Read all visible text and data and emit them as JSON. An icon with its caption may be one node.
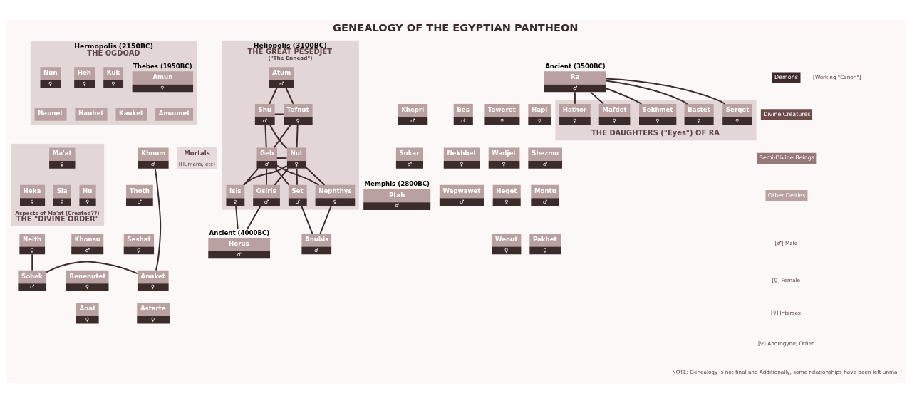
{
  "diagram": {
    "title": "GENEALOGY OF THE EGYPTIAN PANTHEON",
    "nodes": [
      {
        "text": [
          "THE OGDOAD"
        ],
        "beside": [
          "Hermopolis (2150BC)"
        ]
      },
      {
        "text": [
          "Nun",
          "⚲"
        ],
        "in": 0
      },
      {
        "text": [
          "Kuk",
          "⚲"
        ],
        "in": 0
      },
      {
        "text": [
          "Heh",
          "⚲"
        ],
        "in": 0
      },
      {
        "text": [
          "Amun",
          "⚲"
        ],
        "in": 0,
        "beside": [
          "Thebes (1950BC)"
        ]
      },
      {
        "text": [
          "Naunet"
        ],
        "in": 0
      },
      {
        "text": [
          "Kauket"
        ],
        "in": 0
      },
      {
        "text": [
          "Hauhet"
        ],
        "in": 0
      },
      {
        "text": [
          "Amaunet"
        ],
        "in": 0
      },
      {
        "text": [
          "THE GREAT PESEDJET",
          "(\"The Ennead\")"
        ],
        "beside": [
          "Heliopolis (3100BC)"
        ]
      },
      {
        "text": [
          "Atum",
          "♂"
        ],
        "in": 9
      },
      {
        "text": [
          "Ra",
          "♂"
        ],
        "beside": [
          "Ancient (3500BC)"
        ]
      },
      {
        "text": [
          "Aspects of Ma'at (Created??)",
          "THE \"DIVINE ORDER\""
        ]
      },
      {
        "text": [
          "Ma'at",
          "♀"
        ],
        "in": 12
      },
      {
        "text": [
          "Khnum",
          "♂"
        ]
      },
      {
        "text": [
          "Mortals",
          "(Humans, etc)"
        ]
      },
      {
        "text": [
          "Khepri",
          "♂"
        ]
      },
      {
        "text": [
          "Bes",
          "♂"
        ]
      },
      {
        "text": [
          "Taweret",
          "♀"
        ]
      },
      {
        "text": [
          "Hapi",
          "☿"
        ]
      },
      {
        "text": [
          "Hu",
          "⚲"
        ],
        "in": 12
      },
      {
        "text": [
          "Heka",
          "⚲"
        ],
        "in": 12
      },
      {
        "text": [
          "Sia",
          "⚲"
        ],
        "in": 12
      },
      {
        "text": [
          "Thoth",
          "♂"
        ]
      },
      {
        "text": [
          "Shu",
          "♂"
        ],
        "in": 9
      },
      {
        "text": [
          "Tefnut",
          "♀"
        ],
        "in": 9
      },
      {
        "text": [
          "Sokar",
          "♂"
        ]
      },
      {
        "text": [
          "Nekhbet",
          "♀"
        ]
      },
      {
        "text": [
          "Wadjet",
          "♀"
        ]
      },
      {
        "text": [
          "Shezmu",
          "♂"
        ]
      },
      {
        "text": [
          "Khonsu",
          "♂"
        ]
      },
      {
        "text": [
          "Neith",
          "♀"
        ]
      },
      {
        "text": [
          "Seshat",
          "♀"
        ]
      },
      {
        "text": [
          "Geb",
          "♂"
        ],
        "in": 9
      },
      {
        "text": [
          "Nut",
          "♀"
        ],
        "in": 9
      },
      {
        "text": [
          "Ptah",
          "♂"
        ],
        "beside": [
          "Memphis (2800BC)"
        ]
      },
      {
        "text": [
          "Wepwawet",
          "♂"
        ]
      },
      {
        "text": [
          "Heqet",
          "♀"
        ]
      },
      {
        "text": [
          "Montu",
          "♂"
        ]
      },
      {
        "text": [
          "Renenutet",
          "♀"
        ]
      },
      {
        "text": [
          "Sobek",
          "♂"
        ]
      },
      {
        "text": [
          "Anuket",
          "♀"
        ]
      },
      {
        "text": [
          "Osiris",
          "♂"
        ],
        "in": 9
      },
      {
        "text": [
          "Set",
          "♂"
        ],
        "in": 9
      },
      {
        "text": [
          "Isis",
          "♀"
        ],
        "in": 9
      },
      {
        "text": [
          "Nephthys",
          "♀"
        ],
        "in": 9
      },
      {
        "text": [
          "Wenut",
          "♀"
        ]
      },
      {
        "text": [
          "Pakhet",
          "♀"
        ]
      },
      {
        "text": [
          "THE DAUGHTERS (\"Eyes\") OF RA"
        ]
      },
      {
        "text": [
          "Sekhmet",
          "♀"
        ],
        "in": 48
      },
      {
        "text": [
          "Mafdet",
          "♀"
        ],
        "in": 48
      },
      {
        "text": [
          "Hathor",
          "♀"
        ],
        "in": 48
      },
      {
        "text": [
          "Serqet",
          "♀"
        ],
        "in": 48
      },
      {
        "text": [
          "Bastet",
          "♀"
        ],
        "in": 48
      },
      {
        "text": [
          "Anat",
          "♀"
        ]
      },
      {
        "text": [
          "Astarte",
          "♀"
        ]
      },
      {
        "text": [
          "Horus",
          "♂"
        ],
        "beside": [
          "Ancient (4000BC)"
        ]
      },
      {
        "text": [
          "Anubis",
          "♂"
        ]
      }
    ],
    "edges": [
      {
        "from": 10,
        "to": 24,
        "arrow": "none"
      },
      {
        "from": 10,
        "to": 25,
        "arrow": "none"
      },
      {
        "from": 24,
        "to": 25,
        "arrow": "none"
      },
      {
        "from": 24,
        "to": 33,
        "arrow": "none"
      },
      {
        "from": 24,
        "to": 34,
        "arrow": "none"
      },
      {
        "from": 25,
        "to": 33,
        "arrow": "none"
      },
      {
        "from": 25,
        "to": 34,
        "arrow": "none"
      },
      {
        "from": 33,
        "to": 34,
        "arrow": "none"
      },
      {
        "from": 33,
        "to": 42,
        "arrow": "none"
      },
      {
        "from": 33,
        "to": 43,
        "arrow": "none"
      },
      {
        "from": 33,
        "to": 44,
        "arrow": "none"
      },
      {
        "from": 33,
        "to": 45,
        "arrow": "none"
      },
      {
        "from": 34,
        "to": 42,
        "arrow": "none"
      },
      {
        "from": 34,
        "to": 43,
        "arrow": "none"
      },
      {
        "from": 34,
        "to": 44,
        "arrow": "none"
      },
      {
        "from": 34,
        "to": 45,
        "arrow": "none"
      },
      {
        "from": 42,
        "to": 56,
        "arrow": "none"
      },
      {
        "from": 44,
        "to": 56,
        "arrow": "none"
      },
      {
        "from": 43,
        "to": 57,
        "arrow": "none"
      },
      {
        "from": 45,
        "to": 57,
        "arrow": "none"
      },
      {
        "from": 14,
        "to": 41,
        "arrow": "none"
      },
      {
        "from": 31,
        "to": 40,
        "arrow": "none"
      },
      {
        "from": 40,
        "to": 41,
        "arrow": "none"
      },
      {
        "from": 11,
        "to": 49,
        "arrow": "none"
      },
      {
        "from": 11,
        "to": 50,
        "arrow": "none"
      },
      {
        "from": 11,
        "to": 51,
        "arrow": "none"
      },
      {
        "from": 11,
        "to": 52,
        "arrow": "none"
      },
      {
        "from": 11,
        "to": 53,
        "arrow": "none"
      }
    ],
    "labels": [
      "[Working \"Canon\"]",
      "[♂] Male",
      "[♀] Female",
      "[☿] Intersex",
      "[⚲] Androgyne; Other",
      "NOTE: Genealogy is not final and Additionally, some relationships have been left unmai"
    ],
    "legend": [
      {
        "text": "Demons",
        "color": "#3d2a2a"
      },
      {
        "text": "Divine Creatures",
        "color": "#6e4c4c"
      },
      {
        "text": "Semi-Divine Beings",
        "color": "#957878"
      },
      {
        "text": "Other Deities",
        "color": "#b9a1a1"
      }
    ]
  }
}
